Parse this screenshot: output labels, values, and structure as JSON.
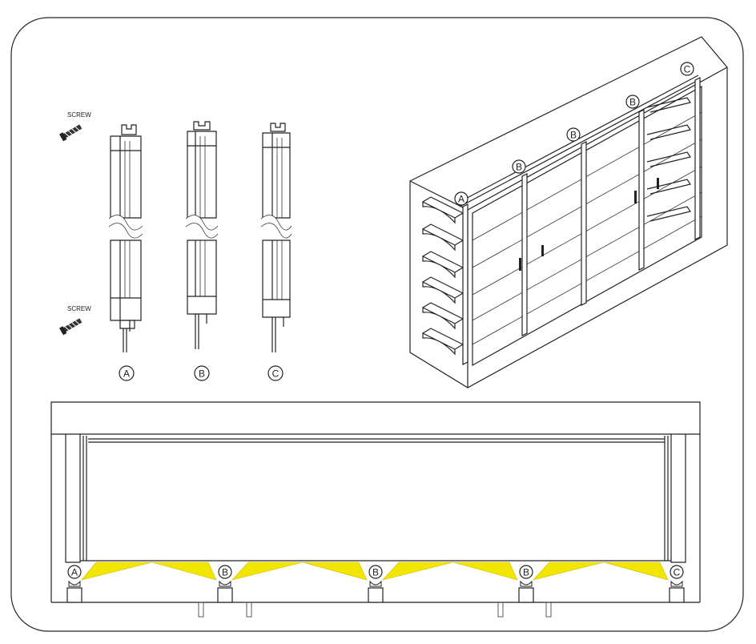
{
  "screw_labels": [
    "SCREW",
    "SCREW"
  ],
  "strip_labels": [
    "A",
    "B",
    "C"
  ],
  "cabinet_labels": [
    "A",
    "B",
    "B",
    "B",
    "C"
  ],
  "plan_labels": [
    "A",
    "B",
    "B",
    "B",
    "C"
  ],
  "colors": {
    "line": "#222222",
    "light_beam": "#f2e600",
    "background": "#ffffff"
  }
}
